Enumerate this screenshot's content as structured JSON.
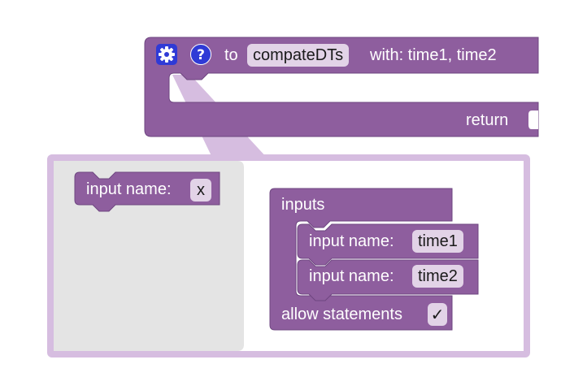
{
  "procedure_block": {
    "prefix": "to",
    "name": "compateDTs",
    "with_label": "with: time1, time2",
    "return_label": "return",
    "gear_icon": "gear-icon",
    "help_icon": "help-icon",
    "help_glyph": "?"
  },
  "mutator": {
    "flyout_block": {
      "label": "input name:",
      "value": "x"
    },
    "container_block": {
      "label": "inputs",
      "items": [
        {
          "label": "input name:",
          "value": "time1"
        },
        {
          "label": "input name:",
          "value": "time2"
        }
      ],
      "statements_label": "allow statements",
      "statements_checked": "✓"
    }
  },
  "colors": {
    "block": "#8e5e9e",
    "block_dark": "#6e4680",
    "field": "#e2d3e7",
    "bubble": "#d6bde0",
    "flyout_bg": "#e4e4e4",
    "icon_blue": "#2f3ad6"
  }
}
